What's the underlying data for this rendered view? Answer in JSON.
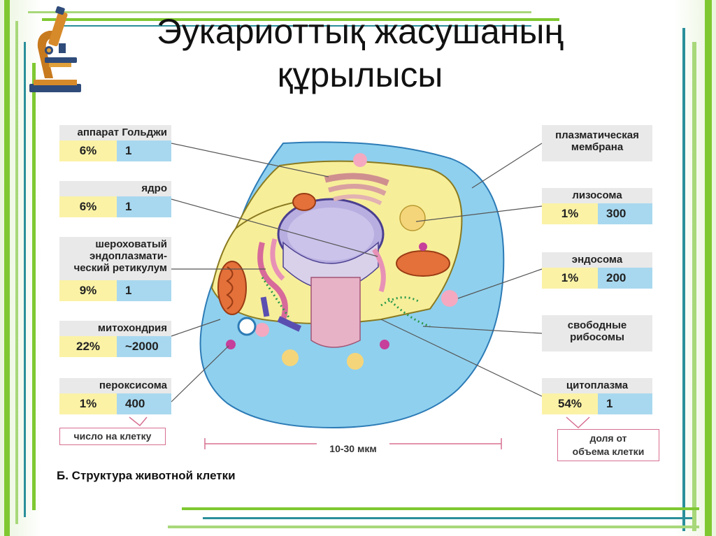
{
  "title": {
    "line1": "Эукариоттық жасушаның",
    "line2": "құрылысы"
  },
  "left_labels": [
    {
      "name": "аппарат Гольджи",
      "percent": "6%",
      "count": "1"
    },
    {
      "name": "ядро",
      "percent": "6%",
      "count": "1"
    },
    {
      "name": "шероховатый эндоплазмати-ческий ретикулум",
      "name_lines": [
        "шероховатый",
        "эндоплазмати-",
        "ческий ретикулум"
      ],
      "percent": "9%",
      "count": "1"
    },
    {
      "name": "митохондрия",
      "percent": "22%",
      "count": "~2000"
    },
    {
      "name": "пероксисома",
      "percent": "1%",
      "count": "400"
    }
  ],
  "right_labels": [
    {
      "name_lines": [
        "плазматическая",
        "мембрана"
      ]
    },
    {
      "name": "лизосома",
      "percent": "1%",
      "count": "300"
    },
    {
      "name": "эндосома",
      "percent": "1%",
      "count": "200"
    },
    {
      "name_lines": [
        "свободные",
        "рибосомы"
      ]
    },
    {
      "name": "цитоплазма",
      "percent": "54%",
      "count": "1"
    }
  ],
  "notes": {
    "per_cell": "число на клетку",
    "volume_fraction": [
      "доля от",
      "объема клетки"
    ]
  },
  "scale": "10-30 мкм",
  "caption": "Б. Структура животной клетки",
  "colors": {
    "percent_box": "#fbf2a6",
    "count_box": "#a8d8ef",
    "name_box": "#e9e9e9",
    "cytoplasm": "#8fd0ee",
    "frame_green": "#7fc832"
  }
}
